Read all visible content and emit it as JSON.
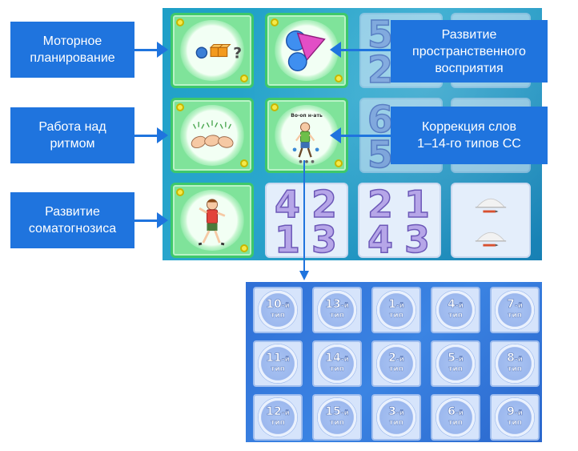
{
  "callouts": {
    "motor": "Моторное планирование",
    "rhythm": "Работа над ритмом",
    "somato": "Развитие соматогнозиса",
    "spatial": "Развитие пространственного восприятия",
    "correction": "Коррекция слов 1–14-го типов СС"
  },
  "callout_lines": {
    "motor": [
      "Моторное",
      "планирование"
    ],
    "rhythm": [
      "Работа над",
      "ритмом"
    ],
    "somato": [
      "Развитие",
      "соматогнозиса"
    ],
    "spatial": [
      "Развитие",
      "пространственного",
      "восприятия"
    ],
    "correction": [
      "Коррекция слов",
      "1–14-го типов СС"
    ]
  },
  "card_caption": "Во-оп н-ать",
  "number_cards": [
    {
      "digits": [
        "4",
        "2",
        "1",
        "3"
      ]
    },
    {
      "digits": [
        "2",
        "1",
        "4",
        "3"
      ]
    }
  ],
  "partial_digits": [
    "5",
    "2",
    "6",
    "5"
  ],
  "type_suffix": "-й",
  "type_word": "тип",
  "type_grid": [
    [
      "10",
      "13",
      "1",
      "4",
      "7"
    ],
    [
      "11",
      "14",
      "2",
      "5",
      "8"
    ],
    [
      "12",
      "15",
      "3",
      "6",
      "9"
    ]
  ],
  "colors": {
    "callout": "#1f74de",
    "board": "#1e9fc7",
    "card_green": "#7fe39a",
    "digit_fill": "#b6a6e8",
    "digit_stroke": "#6c58b8",
    "type_grid_bg": "#3b84e3"
  }
}
